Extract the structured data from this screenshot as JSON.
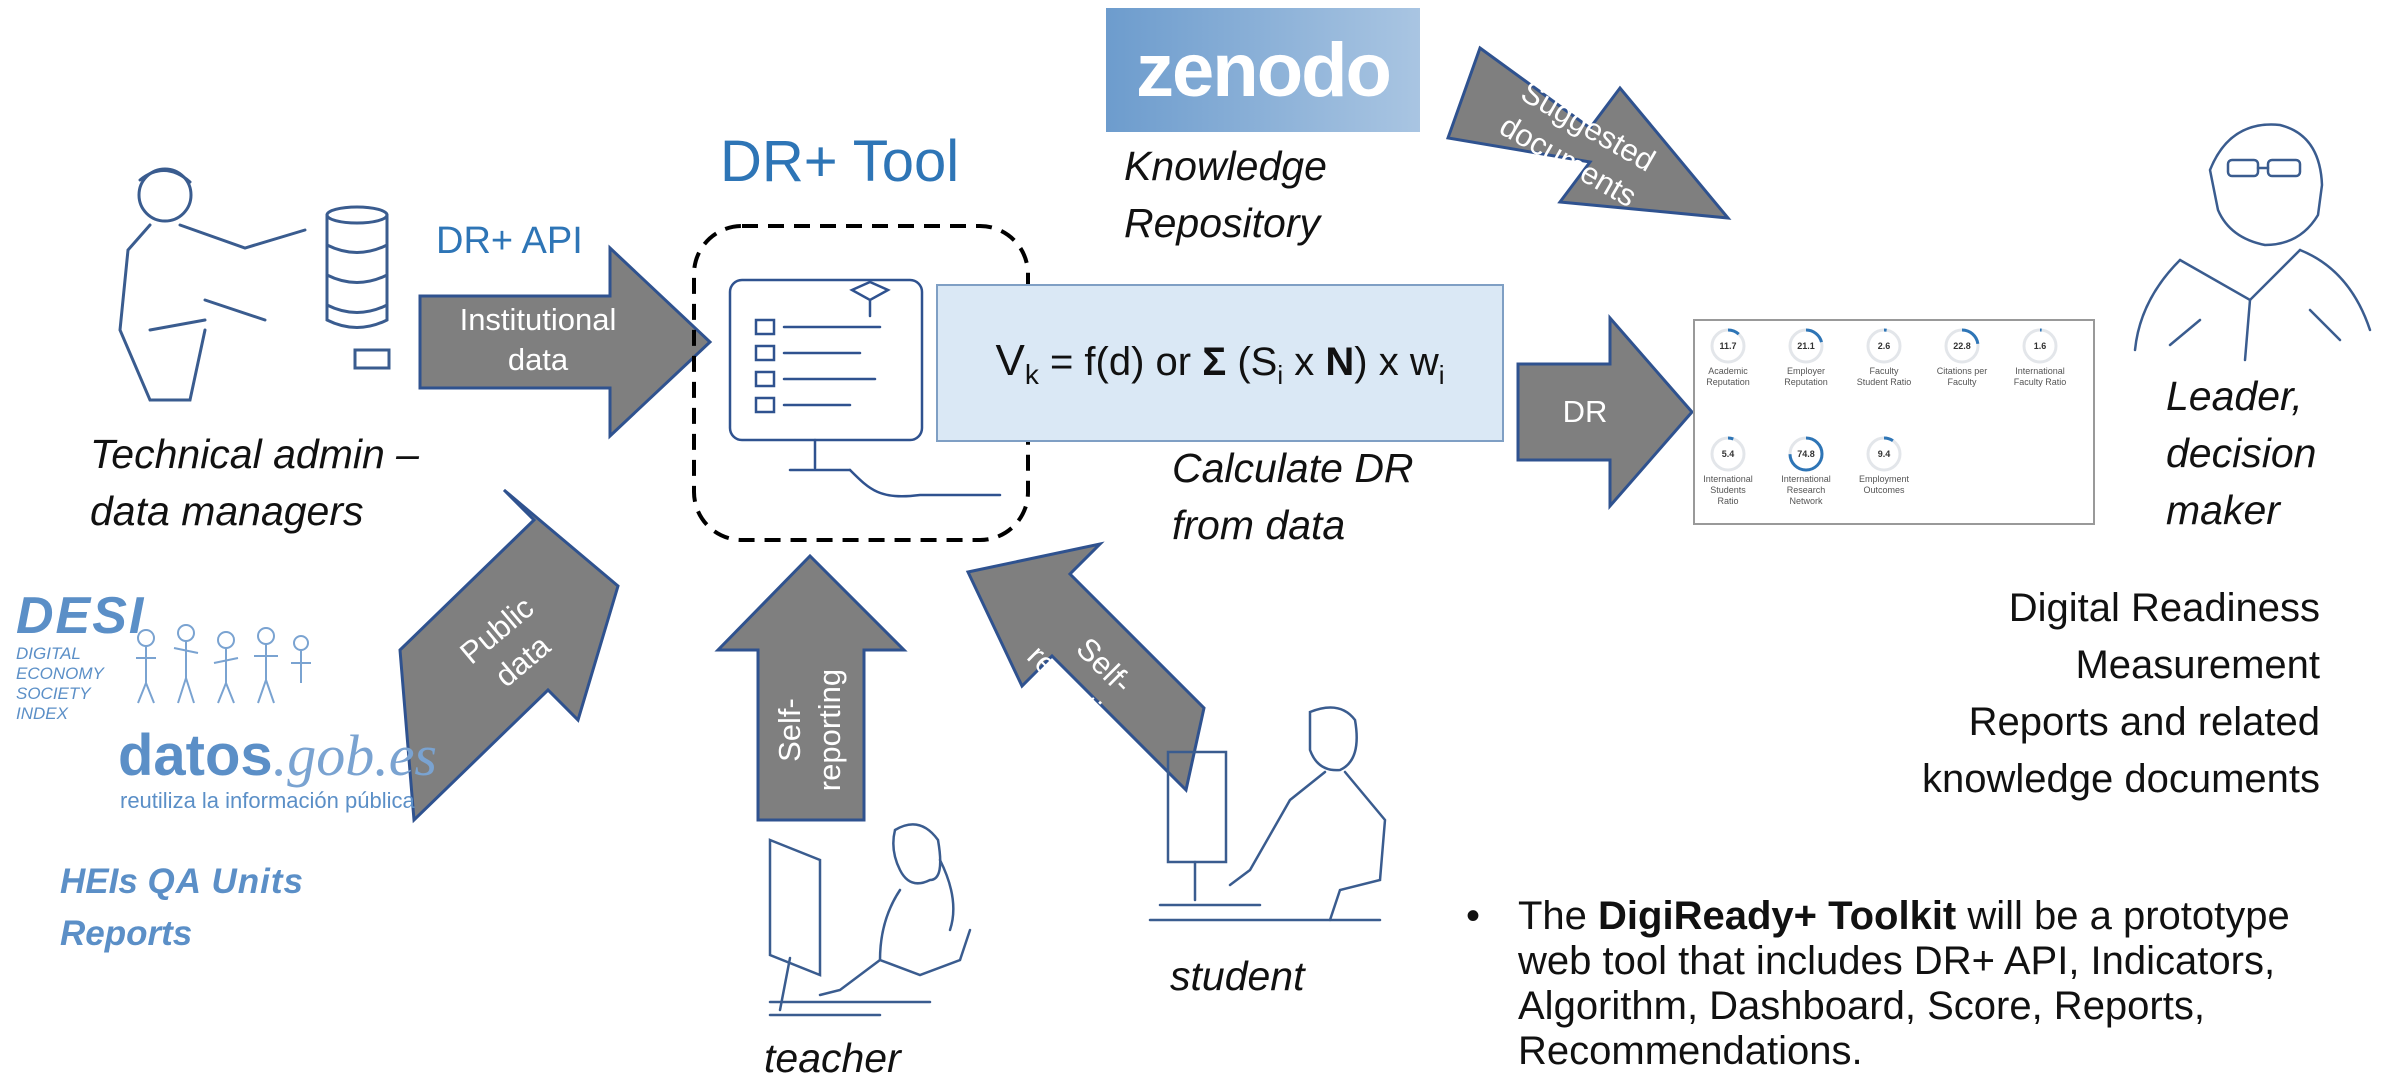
{
  "tool": {
    "title": "DR+ Tool",
    "api_label": "DR+ API"
  },
  "zenodo": {
    "logo_text": "zenodo",
    "caption_line1": "Knowledge",
    "caption_line2": "Repository"
  },
  "arrows": {
    "institutional": [
      "Institutional",
      "data"
    ],
    "public": [
      "Public",
      "data"
    ],
    "self_teacher": [
      "Self-",
      "reporting"
    ],
    "self_student": [
      "Self-",
      "reporting"
    ],
    "suggested": [
      "Suggested",
      "documents"
    ],
    "dr": "DR"
  },
  "formula": {
    "V": "V",
    "k": "k",
    "p1": " = f(d) or ",
    "sigma": "Σ",
    "p2": " (S",
    "i1": "i",
    "p3": " x ",
    "N": "N",
    "p4": ") x w",
    "i2": "i"
  },
  "calc": {
    "line1": "Calculate DR",
    "line2": "from data"
  },
  "people": {
    "tech_line1": "Technical admin –",
    "tech_line2": "data managers",
    "leader_line1": "Leader,",
    "leader_line2": "decision",
    "leader_line3": "maker",
    "teacher": "teacher",
    "student": "student"
  },
  "sources": {
    "desi_logo": "DESI",
    "desi_sub": [
      "DIGITAL",
      "ECONOMY",
      "SOCIETY",
      "INDEX"
    ],
    "datos_bold": "datos",
    "datos_rest": ".gob.es",
    "datos_tag": "reutiliza la información pública",
    "heis_line1_a": "HEIs ",
    "heis_line1_b": "QA Units",
    "heis_line2": "Reports"
  },
  "outputs": [
    "Digital Readiness",
    "Measurement",
    "Reports and related",
    "knowledge documents"
  ],
  "bullet": {
    "pre": "The ",
    "bold": "DigiReady+ Toolkit",
    "rest_line1": " will be a prototype",
    "line2": "web tool that includes DR+ API, Indicators,",
    "line3": "Algorithm, Dashboard, Score, Reports,",
    "line4": "Recommendations."
  },
  "dashboard": {
    "row1": [
      {
        "value": "11.7",
        "label": "Academic Reputation",
        "fraction": 0.117
      },
      {
        "value": "21.1",
        "label": "Employer Reputation",
        "fraction": 0.211
      },
      {
        "value": "2.6",
        "label": "Faculty Student Ratio",
        "fraction": 0.026
      },
      {
        "value": "22.8",
        "label": "Citations per Faculty",
        "fraction": 0.228
      },
      {
        "value": "1.6",
        "label": "International Faculty Ratio",
        "fraction": 0.016
      }
    ],
    "row2": [
      {
        "value": "5.4",
        "label": "International Students Ratio",
        "fraction": 0.054
      },
      {
        "value": "74.8",
        "label": "International Research Network",
        "fraction": 0.748
      },
      {
        "value": "9.4",
        "label": "Employment Outcomes",
        "fraction": 0.094
      }
    ]
  },
  "colors": {
    "arrow": "#7f7f7f",
    "arrow_stroke": "#2f528f",
    "accent_blue": "#2e75b6",
    "formula_bg": "#dae8f5",
    "source_blue": "#5b8fc7"
  }
}
